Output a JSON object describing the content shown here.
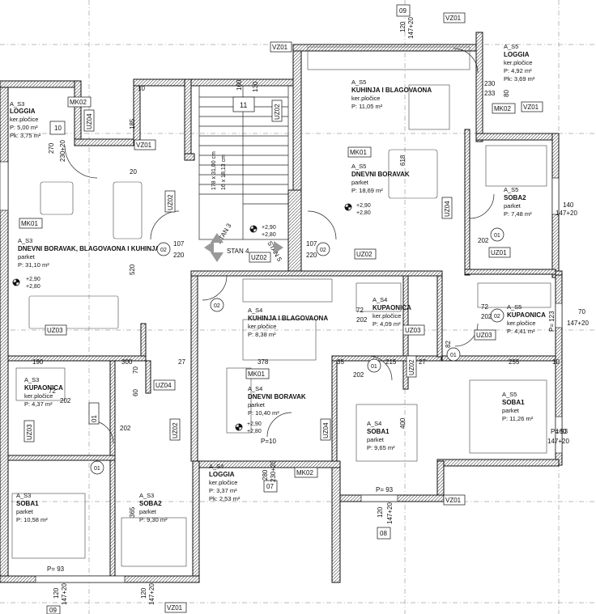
{
  "rooms": [
    {
      "id": "s3_loggia",
      "lines": [
        "A_S3",
        "LOGGIA",
        "ker.pločice",
        "P: 5,00 m²",
        "Pk: 3,75 m²"
      ]
    },
    {
      "id": "s3_dnevni",
      "lines": [
        "A_S3",
        "DNEVNI BORAVAK, BLAGOVAONA I KUHINJA",
        "parket",
        "P: 31,10 m²"
      ]
    },
    {
      "id": "s3_kupaonica",
      "lines": [
        "A_S3",
        "KUPAONICA",
        "ker.pločice",
        "P: 4,37 m²"
      ]
    },
    {
      "id": "s3_soba1",
      "lines": [
        "A_S3",
        "SOBA1",
        "parket",
        "P: 10,58 m²"
      ]
    },
    {
      "id": "s3_soba2",
      "lines": [
        "A_S3",
        "SOBA2",
        "parket",
        "P: 9,30 m²"
      ]
    },
    {
      "id": "s4_kuhinja",
      "lines": [
        "A_S4",
        "KUHINJA I BLAGOVAONA",
        "ker.pločice",
        "P: 8,38 m²"
      ]
    },
    {
      "id": "s4_kupaonica",
      "lines": [
        "A_S4",
        "KUPAONICA",
        "ker.pločice",
        "P: 4,09 m²"
      ]
    },
    {
      "id": "s4_dnevni",
      "lines": [
        "A_S4",
        "DNEVNI BORAVAK",
        "parket",
        "P: 10,40 m²"
      ]
    },
    {
      "id": "s4_soba1",
      "lines": [
        "A_S4",
        "SOBA1",
        "parket",
        "P: 9,65 m²"
      ]
    },
    {
      "id": "s4_loggia",
      "lines": [
        "A_S4",
        "LOGGIA",
        "ker.pločice",
        "P: 3,37 m²",
        "Pk: 2,53 m²"
      ]
    },
    {
      "id": "s5_kuhinja",
      "lines": [
        "A_S5",
        "KUHINJA I BLAGOVAONA",
        "ker.pločice",
        "P: 11,05 m²"
      ]
    },
    {
      "id": "s5_loggia",
      "lines": [
        "A_S5",
        "LOGGIA",
        "ker.pločice",
        "P: 4,92 m²",
        "Pk: 3,69 m²"
      ]
    },
    {
      "id": "s5_dnevni",
      "lines": [
        "A_S5",
        "DNEVNI BORAVAK",
        "parket",
        "P: 18,69 m²"
      ]
    },
    {
      "id": "s5_soba2",
      "lines": [
        "A_S5",
        "SOBA2",
        "parket",
        "P: 7,48 m²"
      ]
    },
    {
      "id": "s5_kupaonica",
      "lines": [
        "A_S5",
        "KUPAONICA",
        "ker.pločice",
        "P: 4,41 m²"
      ]
    },
    {
      "id": "s5_soba1",
      "lines": [
        "A_S5",
        "SOBA1",
        "parket",
        "P: 11,26 m²"
      ]
    }
  ],
  "tags": {
    "mk02": "MK02",
    "mk01": "MK01",
    "vz01": "VZ01",
    "uz01": "UZ01",
    "uz02": "UZ02",
    "uz03": "UZ03",
    "uz04": "UZ04",
    "num09": "09",
    "num08": "08",
    "num07": "07",
    "num10": "10",
    "num11": "11",
    "num01": "01",
    "num02": "02"
  },
  "levels": {
    "upper": "+2,90",
    "lower": "+2,80"
  },
  "stairs": {
    "spec": "178 x 31,00 cm",
    "count": "16 x 18,13 cm",
    "stan3": "STAN 3",
    "stan4": "STAN 4",
    "stan5": "STAN 5"
  },
  "dims": {
    "d10": "10",
    "d20": "20",
    "d100": "100",
    "d130": "130",
    "d185": "185",
    "d270": "270",
    "d230_20": "230+20",
    "d520": "520",
    "d107": "107",
    "d220": "220",
    "d618": "618",
    "d190": "190",
    "d300": "300",
    "d27": "27",
    "d378": "378",
    "d35": "35",
    "d215": "215",
    "d255": "255",
    "d72": "72",
    "d202": "202",
    "d82": "82",
    "d60": "60",
    "d70": "70",
    "d400": "400",
    "d365": "365",
    "d280": "280",
    "d120": "120",
    "d147_20": "147+20",
    "d160": "160",
    "d140": "140",
    "d123": "123",
    "d93": "93",
    "d233": "233",
    "d230": "230",
    "d80": "80",
    "p10": "P=10",
    "p93": "P= 93",
    "p123": "P= 123"
  }
}
